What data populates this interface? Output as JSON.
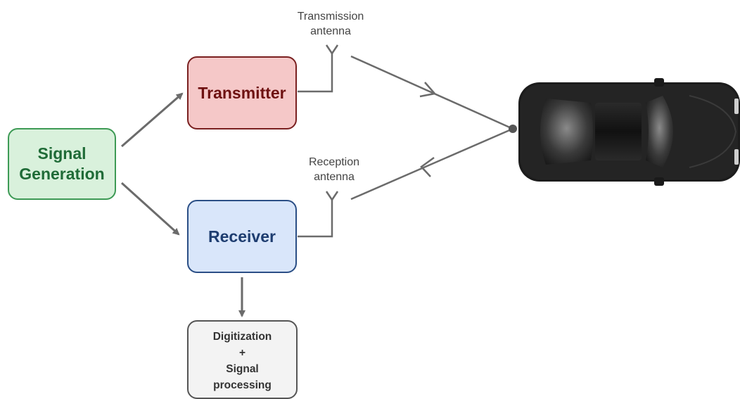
{
  "blocks": {
    "signal_generation": {
      "line1": "Signal",
      "line2": "Generation"
    },
    "transmitter": "Transmitter",
    "receiver": "Receiver",
    "processing": {
      "line1": "Digitization",
      "line2": "+",
      "line3": "Signal",
      "line4": "processing"
    }
  },
  "antennas": {
    "transmission": {
      "line1": "Transmission",
      "line2": "antenna"
    },
    "reception": {
      "line1": "Reception",
      "line2": "antenna"
    }
  },
  "colors": {
    "arrow": "#6b6b6b",
    "generation_fill": "#d9f1dc",
    "transmitter_fill": "#f5c8c8",
    "receiver_fill": "#d9e6fa",
    "processing_fill": "#f3f3f3"
  },
  "target": {
    "icon": "car-icon"
  }
}
